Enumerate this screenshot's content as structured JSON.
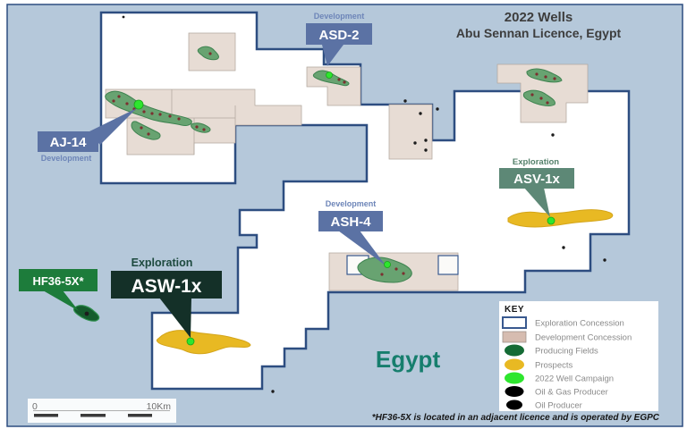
{
  "title": {
    "line1": "2022 Wells",
    "line2": "Abu Sennan Licence, Egypt"
  },
  "map": {
    "country_label": "Egypt",
    "callouts": [
      {
        "name": "ASD-2",
        "type_label": "Development"
      },
      {
        "name": "AJ-14",
        "type_label": "Development"
      },
      {
        "name": "ASH-4",
        "type_label": "Development"
      },
      {
        "name": "ASV-1x",
        "type_label": "Exploration"
      },
      {
        "name": "ASW-1x",
        "type_label": "Exploration"
      },
      {
        "name": "HF36-5X*"
      }
    ]
  },
  "key": {
    "title": "KEY",
    "items": [
      {
        "label": "Exploration Concession"
      },
      {
        "label": "Development Concession"
      },
      {
        "label": "Producing Fields"
      },
      {
        "label": "Prospects"
      },
      {
        "label": "2022 Well Campaign"
      },
      {
        "label": "Oil & Gas Producer"
      },
      {
        "label": "Oil Producer"
      }
    ]
  },
  "scalebar": {
    "start_label": "0",
    "end_label": "10Km"
  },
  "footnote": "*HF36-5X is located in an adjacent licence and is operated by EGPC",
  "colors": {
    "background": "#b5c8da",
    "licence_fill": "#ffffff",
    "licence_border": "#2d4d80",
    "development_concession": "#e7dcd4",
    "development_concession_key": "#d6bcb0",
    "producing_field": "#68a371",
    "producing_field_dark": "#156b35",
    "prospect": "#e8b923",
    "well_2022": "#2ee62e",
    "oil_producer": "#000000",
    "callout_blue": "#5b72a4",
    "callout_blue_text": "#6d85b8",
    "callout_green": "#5d8876",
    "callout_dark_teal": "#143028",
    "callout_bright_green": "#1d7c3b",
    "egypt_label": "#167e6d",
    "title_text": "#3d3d3d"
  }
}
